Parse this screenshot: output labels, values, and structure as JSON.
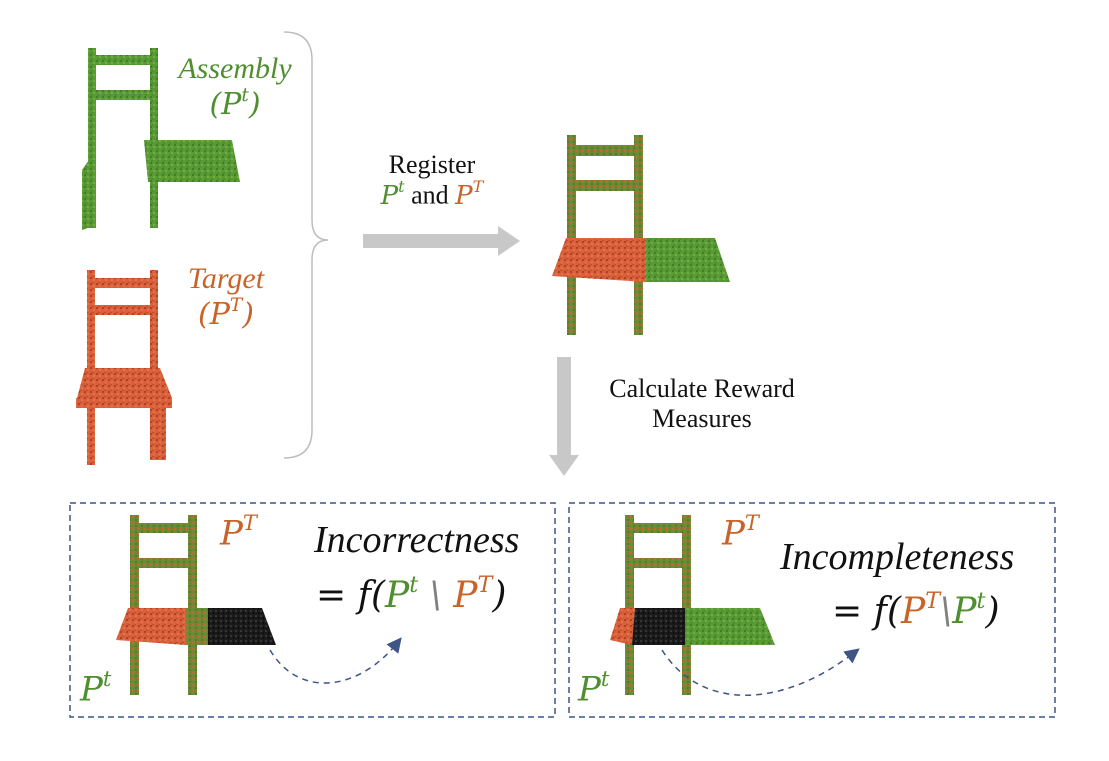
{
  "colors": {
    "assembly": "#4f8f2f",
    "target": "#c8642a",
    "missing": "#111111",
    "arrow": "#c8c8c8",
    "dashed": "#3e5585"
  },
  "labels": {
    "assembly_title": "Assembly",
    "assembly_sym": "P",
    "assembly_sup": "t",
    "target_title": "Target",
    "target_sym": "P",
    "target_sup": "T",
    "register_word": "Register",
    "register_and": "and",
    "calc_line1": "Calculate Reward",
    "calc_line2": "Measures"
  },
  "panel_left": {
    "tag_target": "P",
    "tag_target_sup": "T",
    "tag_assembly": "P",
    "tag_assembly_sup": "t",
    "title": "Incorrectness",
    "formula_eq": "= f",
    "formula_a": "P",
    "formula_a_sup": "t",
    "formula_op": "\\",
    "formula_b": "P",
    "formula_b_sup": "T"
  },
  "panel_right": {
    "tag_target": "P",
    "tag_target_sup": "T",
    "tag_assembly": "P",
    "tag_assembly_sup": "t",
    "title": "Incompleteness",
    "formula_eq": "= f",
    "formula_a": "P",
    "formula_a_sup": "T",
    "formula_op": "\\",
    "formula_b": "P",
    "formula_b_sup": "t"
  }
}
